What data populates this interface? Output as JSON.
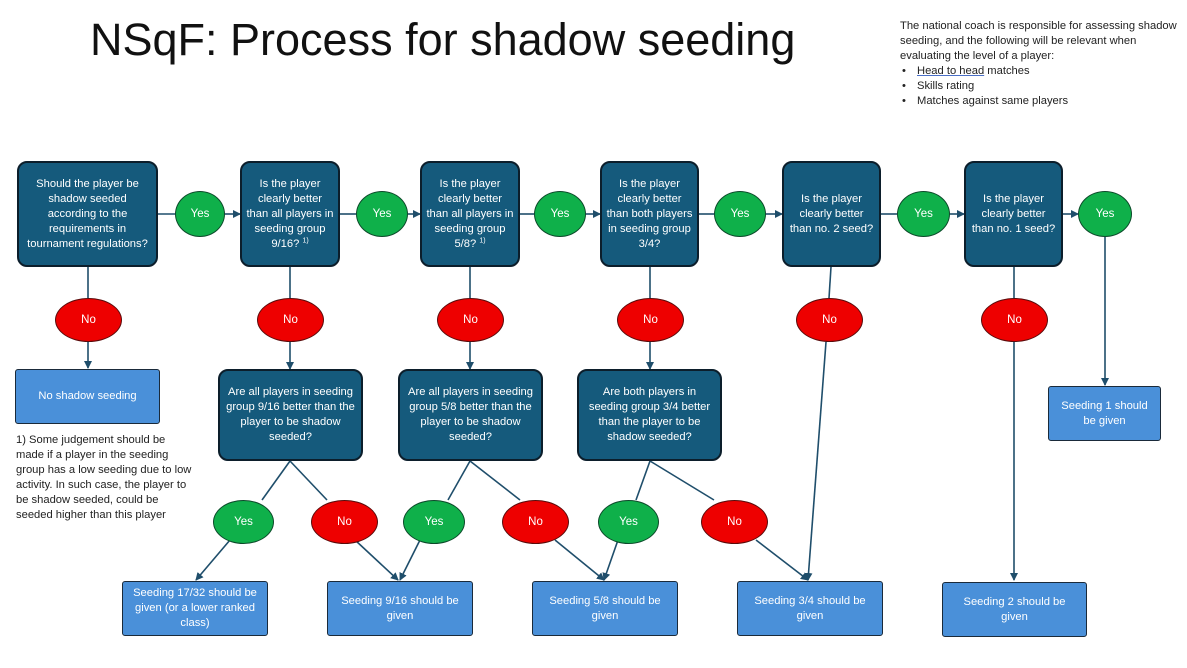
{
  "title": "NSqF: Process for shadow seeding",
  "info": {
    "intro": "The national coach is responsible for assessing shadow seeding, and the following will be relevant when evaluating the level of a player:",
    "bullets": [
      "Head to head",
      "Skills rating",
      "Matches against same players"
    ],
    "bullet0_suffix": " matches"
  },
  "footnote": "1) Some judgement should be made if a player in the seeding group has a low seeding due to low activity. In such case, the player to be shadow seeded, could be seeded higher than this player",
  "labels": {
    "yes": "Yes",
    "no": "No"
  },
  "questions": {
    "q0": "Should the player be shadow seeded according to the requirements in tournament regulations?",
    "q1": "Is the player clearly better than all players in seeding group 9/16?",
    "q1_sup": "1)",
    "q2": "Is the player clearly better than all players in seeding group 5/8?",
    "q2_sup": "1)",
    "q3": "Is the player clearly better than both players in seeding group 3/4?",
    "q4": "Is the player clearly better than no. 2 seed?",
    "q5": "Is the player clearly better than no. 1 seed?",
    "s1": "Are all players in seeding group 9/16 better than the player to be shadow seeded?",
    "s2": "Are all players in seeding group 5/8 better than the player to be shadow seeded?",
    "s3": "Are both players in seeding group 3/4 better than the player to be shadow seeded?"
  },
  "results": {
    "no_shadow": "No shadow seeding",
    "seed_17_32": "Seeding 17/32 should be given (or a lower ranked class)",
    "seed_9_16": "Seeding 9/16 should be given",
    "seed_5_8": "Seeding 5/8 should be given",
    "seed_3_4": "Seeding 3/4 should be given",
    "seed_2": "Seeding 2 should be given",
    "seed_1": "Seeding 1 should be given"
  },
  "colors": {
    "question_box": "#155a7c",
    "result_box": "#4a90d9",
    "yes": "#0fb04a",
    "no": "#ee0000",
    "connector": "#1f4e6b"
  }
}
